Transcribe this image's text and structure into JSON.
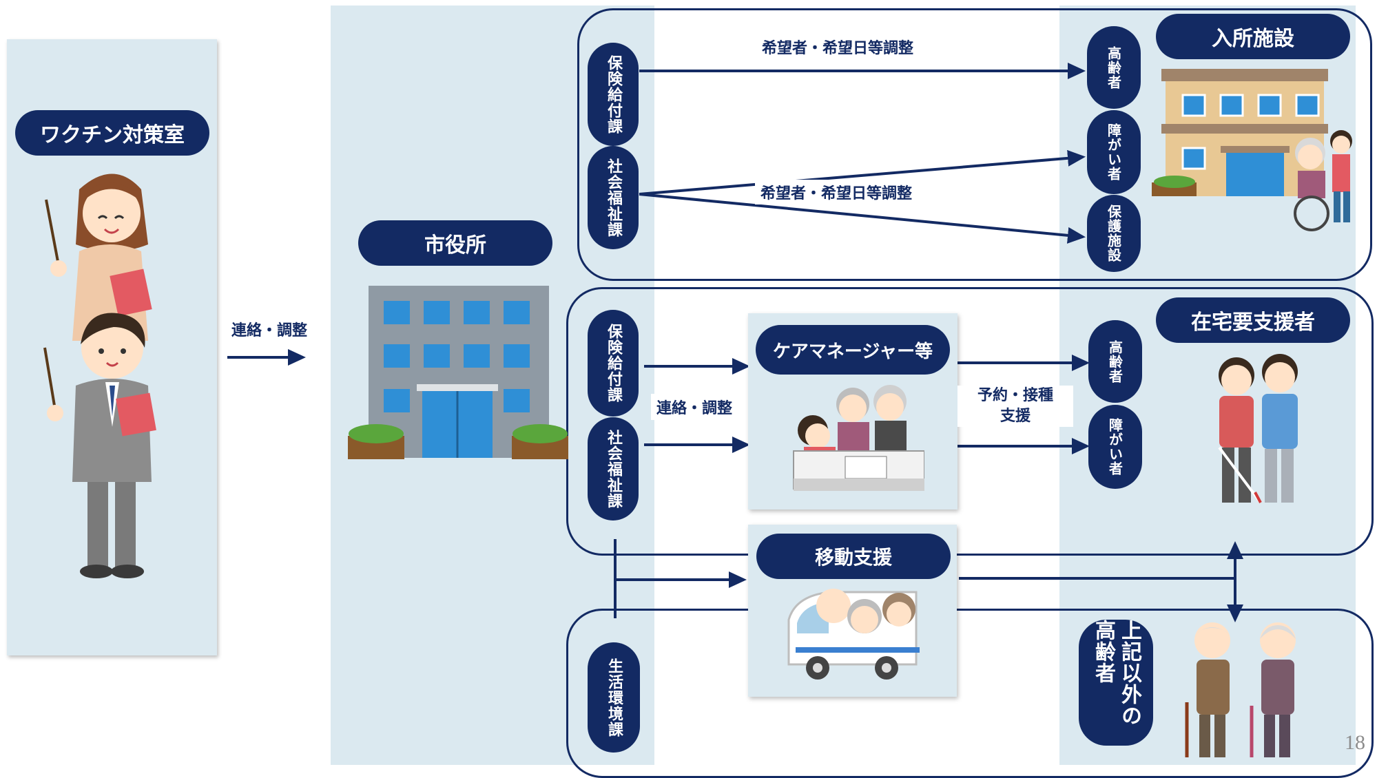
{
  "left_panel": {
    "title": "ワクチン対策室"
  },
  "arrow_left_label": "連絡・調整",
  "city_hall": {
    "title": "市役所"
  },
  "facility_section": {
    "title": "入所施設",
    "dept_insurance": "保険給付課",
    "dept_social": "社会福祉課",
    "label_top": "希望者・希望日等調整",
    "label_mid": "希望者・希望日等調整",
    "target_elderly": "高齢者",
    "target_disabled": "障がい者",
    "target_protective": "保護施設"
  },
  "home_section": {
    "title": "在宅要支援者",
    "dept_insurance": "保険給付課",
    "dept_social": "社会福祉課",
    "liaison_label": "連絡・調整",
    "care_manager": "ケアマネージャー等",
    "booking_label_1": "予約・接種",
    "booking_label_2": "支援",
    "target_elderly": "高齢者",
    "target_disabled": "障がい者"
  },
  "transport": {
    "title": "移動支援"
  },
  "other_section": {
    "dept_env": "生活環境課",
    "target_other": "上記以外の高齢者"
  },
  "page_number": "18",
  "colors": {
    "navy": "#132a63",
    "panel": "#dbe9f0"
  }
}
